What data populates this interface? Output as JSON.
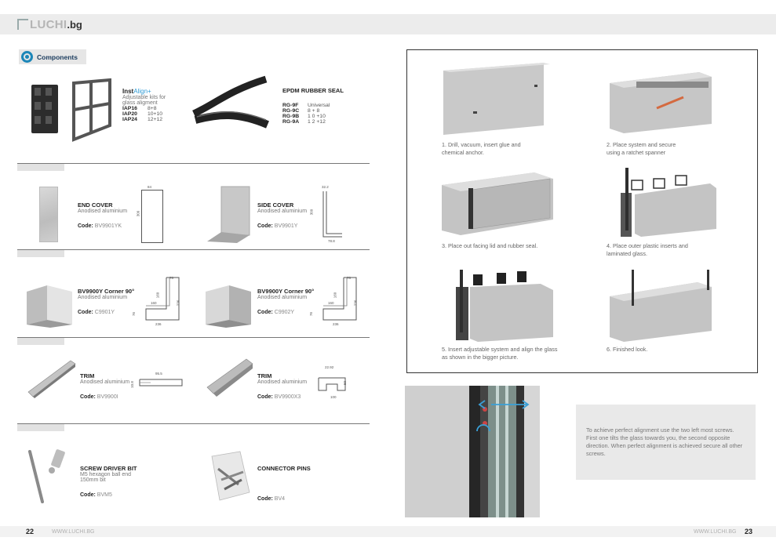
{
  "header": {
    "brand": "LUCHI",
    "tld": ".bg"
  },
  "components_label": "Components",
  "instalign": {
    "name_a": "Inst",
    "name_b": "Align+",
    "desc1": "Adjustable kits for",
    "desc2": "glass aligment",
    "rows": [
      {
        "code": "IAP16",
        "value": "8+8"
      },
      {
        "code": "IAP20",
        "value": "10+10"
      },
      {
        "code": "IAP24",
        "value": "12+12"
      }
    ]
  },
  "seal": {
    "title": "EPDM RUBBER SEAL",
    "rows": [
      {
        "code": "RG-9F",
        "value": "Universal"
      },
      {
        "code": "RG-9C",
        "value": "8 + 8"
      },
      {
        "code": "RG-9B",
        "value": "1 0 +10"
      },
      {
        "code": "RG-9A",
        "value": "1 2 +12"
      }
    ]
  },
  "code_prefix": "Code:",
  "products": {
    "end_cover": {
      "name": "END COVER",
      "sub": "Anodised aluminium",
      "code": "BV9901YK",
      "dims": [
        "84",
        "309"
      ]
    },
    "side_cover": {
      "name": "SIDE COVER",
      "sub": "Anodised aluminium",
      "code": "BV9901Y",
      "dims": [
        "32.2",
        "309",
        "78.8"
      ]
    },
    "corner1": {
      "name": "BV9900Y Corner 90°",
      "sub": "Anodised aluminium",
      "code": "C9901Y",
      "dims": [
        "76",
        "160",
        "236",
        "160",
        "236",
        "76"
      ]
    },
    "corner2": {
      "name": "BV9900Y Corner 90°",
      "sub": "Anodised aluminium",
      "code": "C9902Y",
      "dims": [
        "76",
        "160",
        "236",
        "160",
        "236",
        "76"
      ]
    },
    "trim1": {
      "name": "TRIM",
      "sub": "Anodised aluminium",
      "code": "BV9900I",
      "dims": [
        "95.5",
        "10.8"
      ]
    },
    "trim2": {
      "name": "TRIM",
      "sub": "Anodised aluminium",
      "code": "BV9900X3",
      "dims": [
        "22.92",
        "50",
        "100"
      ]
    },
    "screwdriver": {
      "name": "SCREW DRIVER BIT",
      "sub1": "M5 hexagon ball end",
      "sub2": "150mm bit",
      "code": "BVM5"
    },
    "connector": {
      "name": "CONNECTOR PINS",
      "code": "BV4"
    }
  },
  "steps": [
    {
      "line1": "1. Drill, vacuum, insert glue and",
      "line2": "chemical anchor."
    },
    {
      "line1": "2. Place system and secure",
      "line2": "using a ratchet spanner"
    },
    {
      "line1": "3. Place out facing lid and rubber seal.",
      "line2": ""
    },
    {
      "line1": "4. Place outer plastic inserts and",
      "line2": "laminated glass."
    },
    {
      "line1": "5. Insert adjustable system and align the glass",
      "line2": "as shown in the bigger picture."
    },
    {
      "line1": "6. Finished look.",
      "line2": ""
    }
  ],
  "tip": "To achieve perfect alignment use the two left most screws. First one tilts the glass towards you, the second opposite direction. When perfect alignment is achieved secure all other screws.",
  "footer": {
    "left_page": "22",
    "left_url": "WWW.LUCHI.BG",
    "right_url": "WWW.LUCHI.BG",
    "right_page": "23"
  },
  "colors": {
    "accent": "#2f9bd5",
    "heading": "#1a3b5d",
    "arrow": "#3aa0d8"
  }
}
